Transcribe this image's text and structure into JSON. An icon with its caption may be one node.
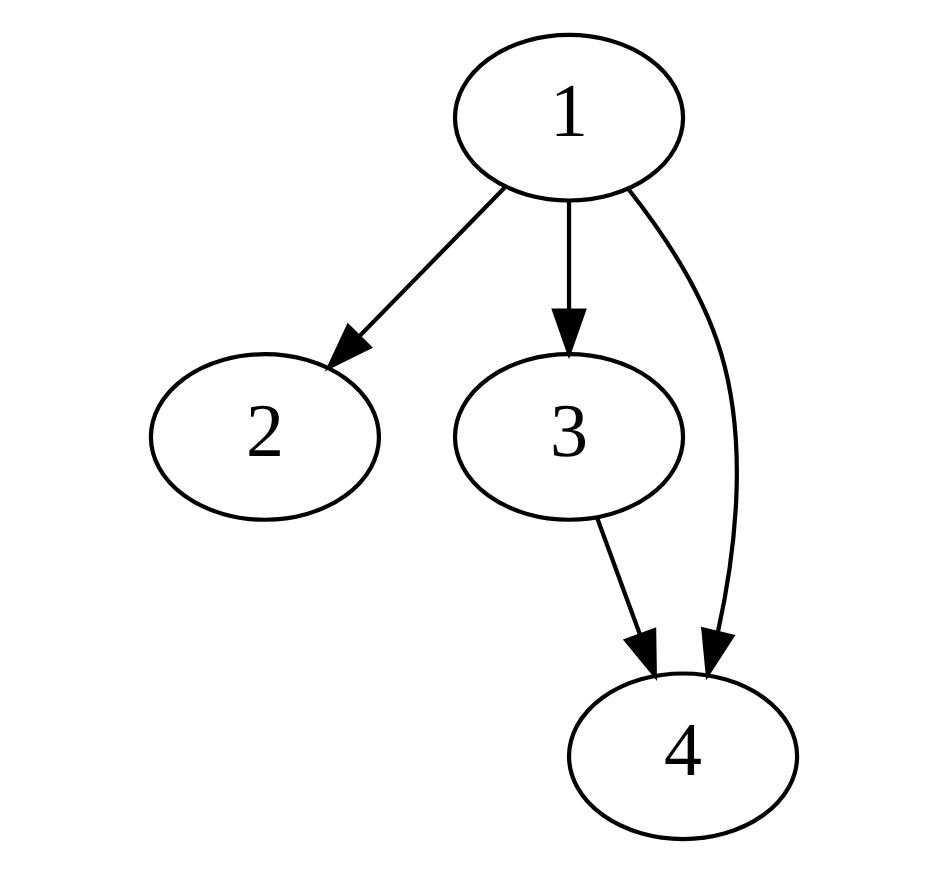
{
  "diagram": {
    "nodes": [
      {
        "text": [
          "1"
        ]
      },
      {
        "text": [
          "2"
        ]
      },
      {
        "text": [
          "3"
        ]
      },
      {
        "text": [
          "4"
        ]
      }
    ],
    "edges": [
      {
        "from": 0,
        "to": 1,
        "arrow": "to"
      },
      {
        "from": 0,
        "to": 2,
        "arrow": "to"
      },
      {
        "from": 0,
        "to": 3,
        "arrow": "to"
      },
      {
        "from": 2,
        "to": 3,
        "arrow": "to"
      }
    ]
  }
}
